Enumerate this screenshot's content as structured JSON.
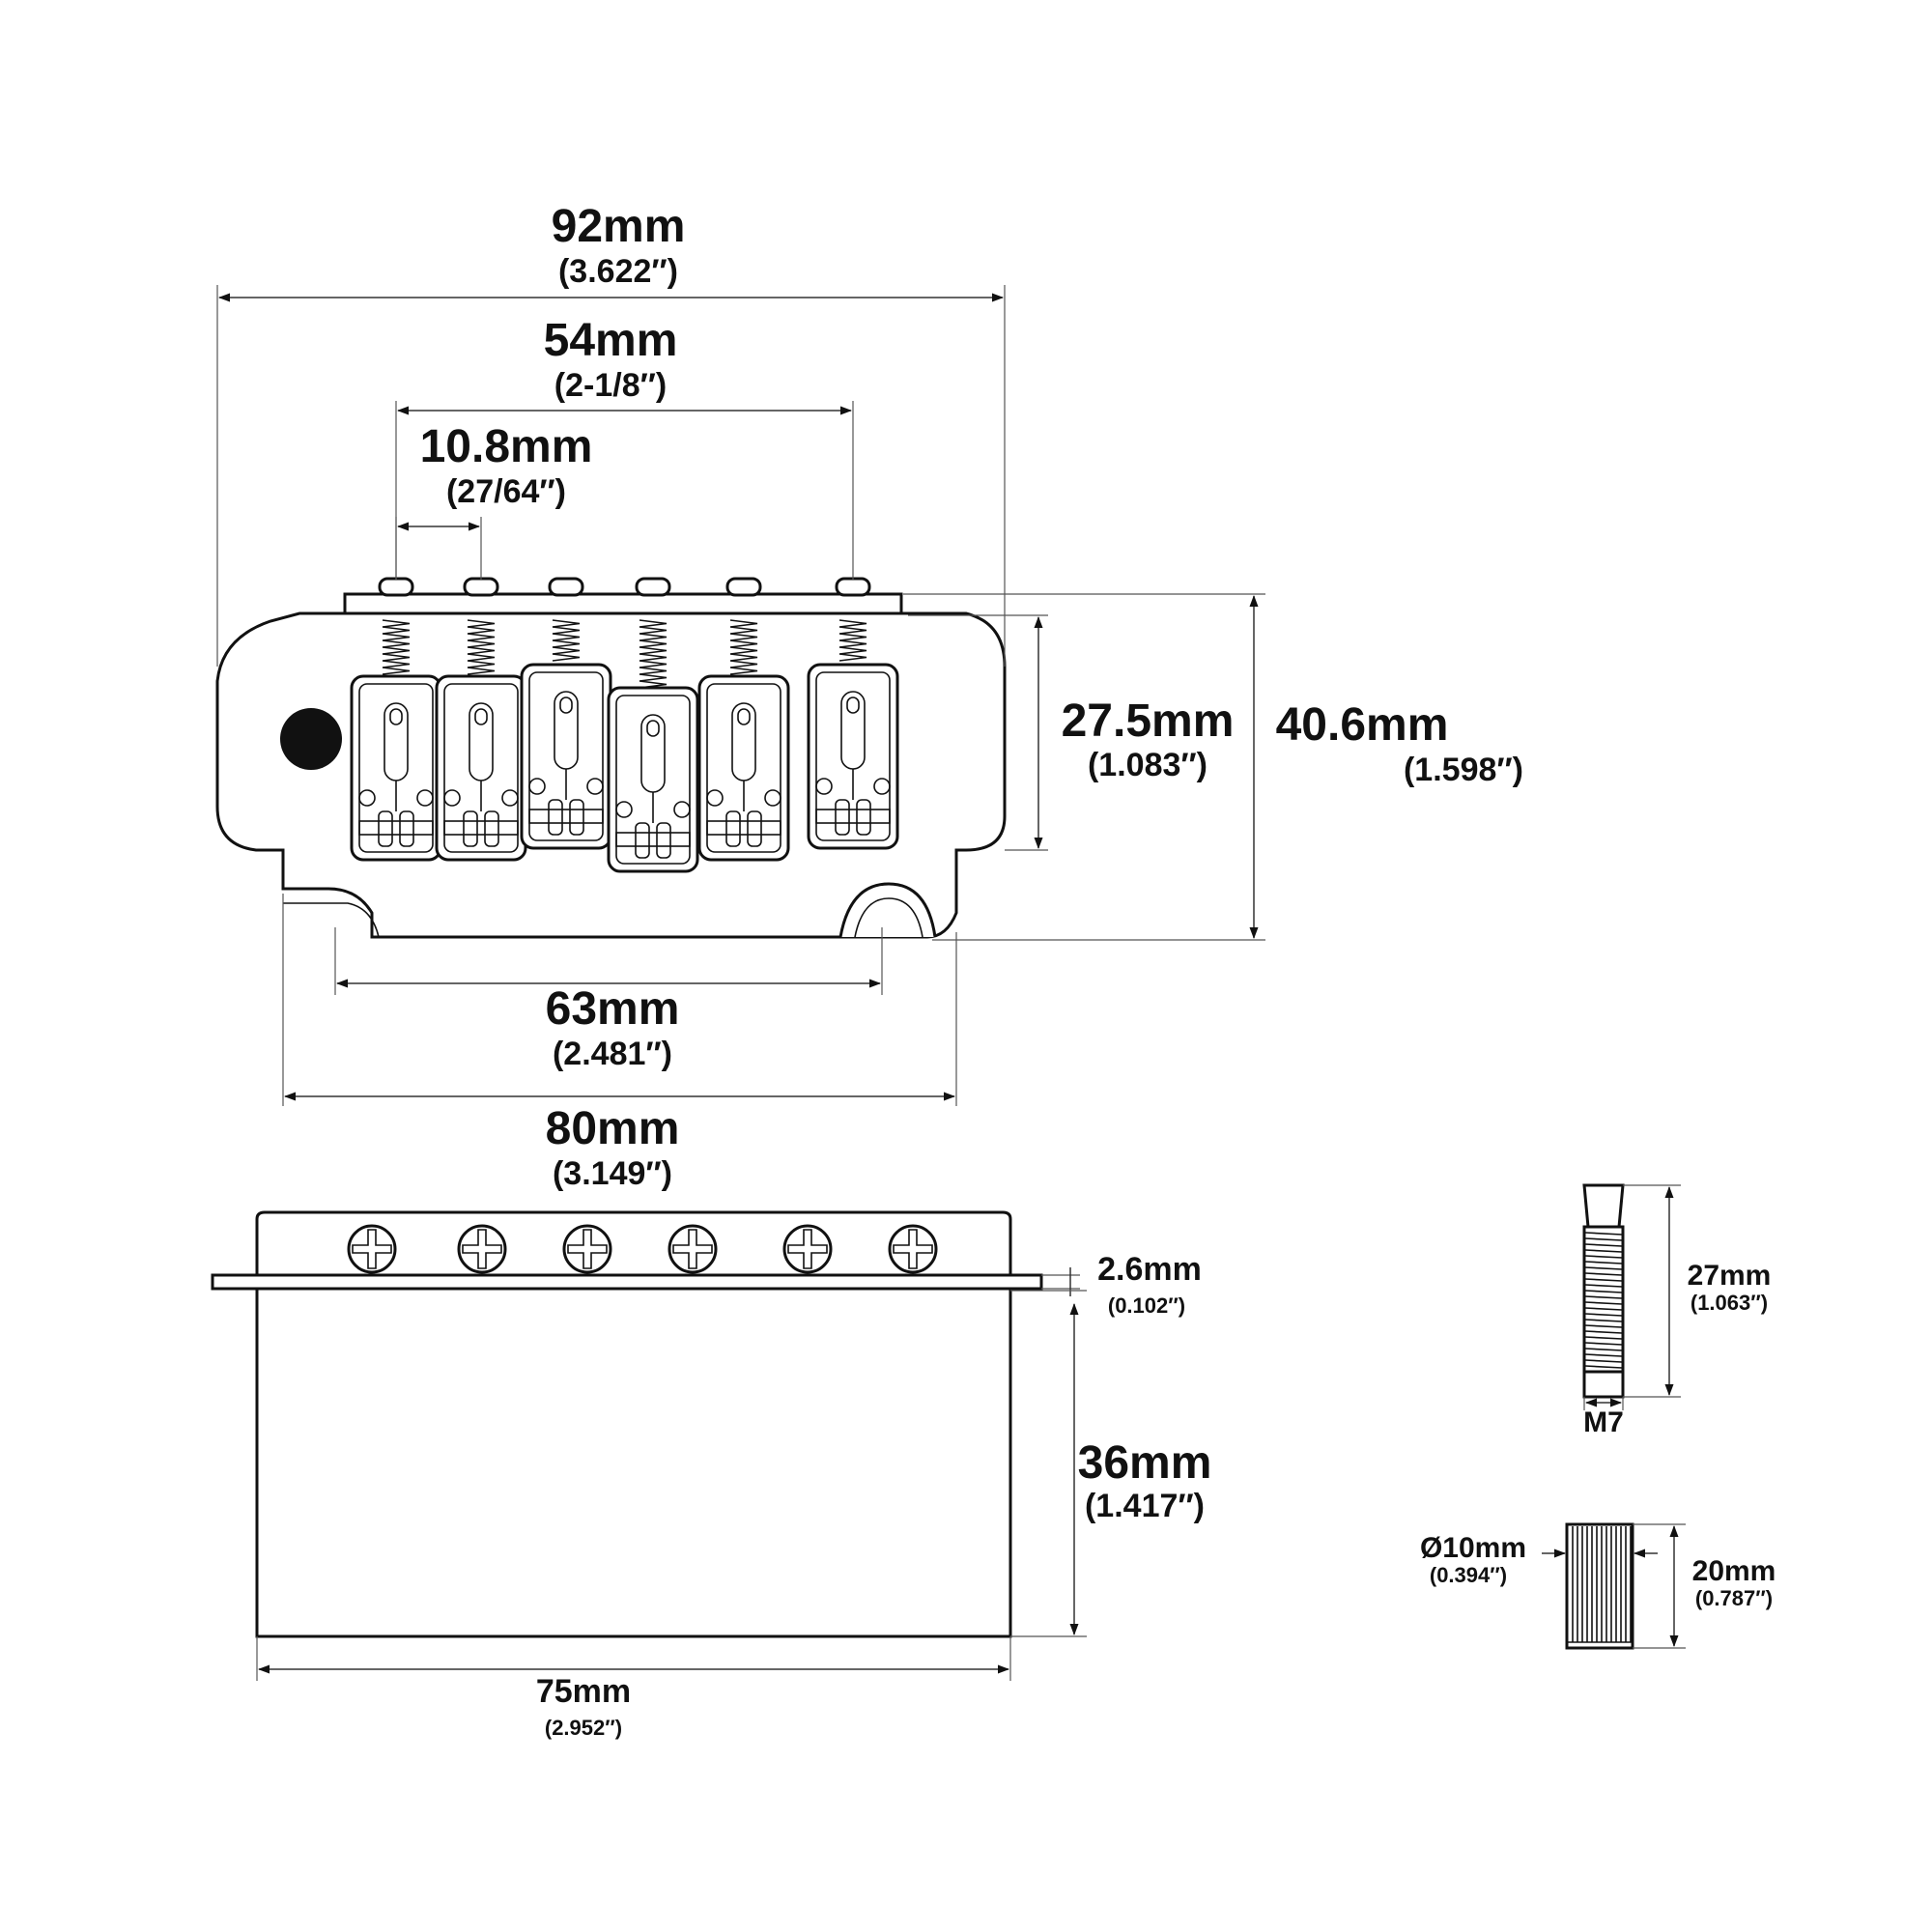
{
  "colors": {
    "line": "#111111",
    "dim_line": "#333333",
    "background": "#ffffff"
  },
  "top_view": {
    "overall_width": {
      "metric": "92mm",
      "imperial": "(3.622″)"
    },
    "outer_saddle_spacing": {
      "metric": "54mm",
      "imperial": "(2-1/8″)"
    },
    "saddle_spacing": {
      "metric": "10.8mm",
      "imperial": "(27/64″)"
    },
    "saddle_height": {
      "metric": "27.5mm",
      "imperial": "(1.083″)"
    },
    "overall_height": {
      "metric": "40.6mm",
      "imperial": "(1.598″)"
    },
    "mount_hole_spacing": {
      "metric": "63mm",
      "imperial": "(2.481″)"
    },
    "base_width": {
      "metric": "80mm",
      "imperial": "(3.149″)"
    }
  },
  "side_view": {
    "plate_thickness": {
      "metric": "2.6mm",
      "imperial": "(0.102″)"
    },
    "block_height": {
      "metric": "36mm",
      "imperial": "(1.417″)"
    },
    "block_width": {
      "metric": "75mm",
      "imperial": "(2.952″)"
    }
  },
  "arm": {
    "length": {
      "metric": "27mm",
      "imperial": "(1.063″)"
    },
    "thread": "M7"
  },
  "bushing": {
    "diameter": {
      "metric": "Ø10mm",
      "imperial": "(0.394″)"
    },
    "length": {
      "metric": "20mm",
      "imperial": "(0.787″)"
    }
  }
}
